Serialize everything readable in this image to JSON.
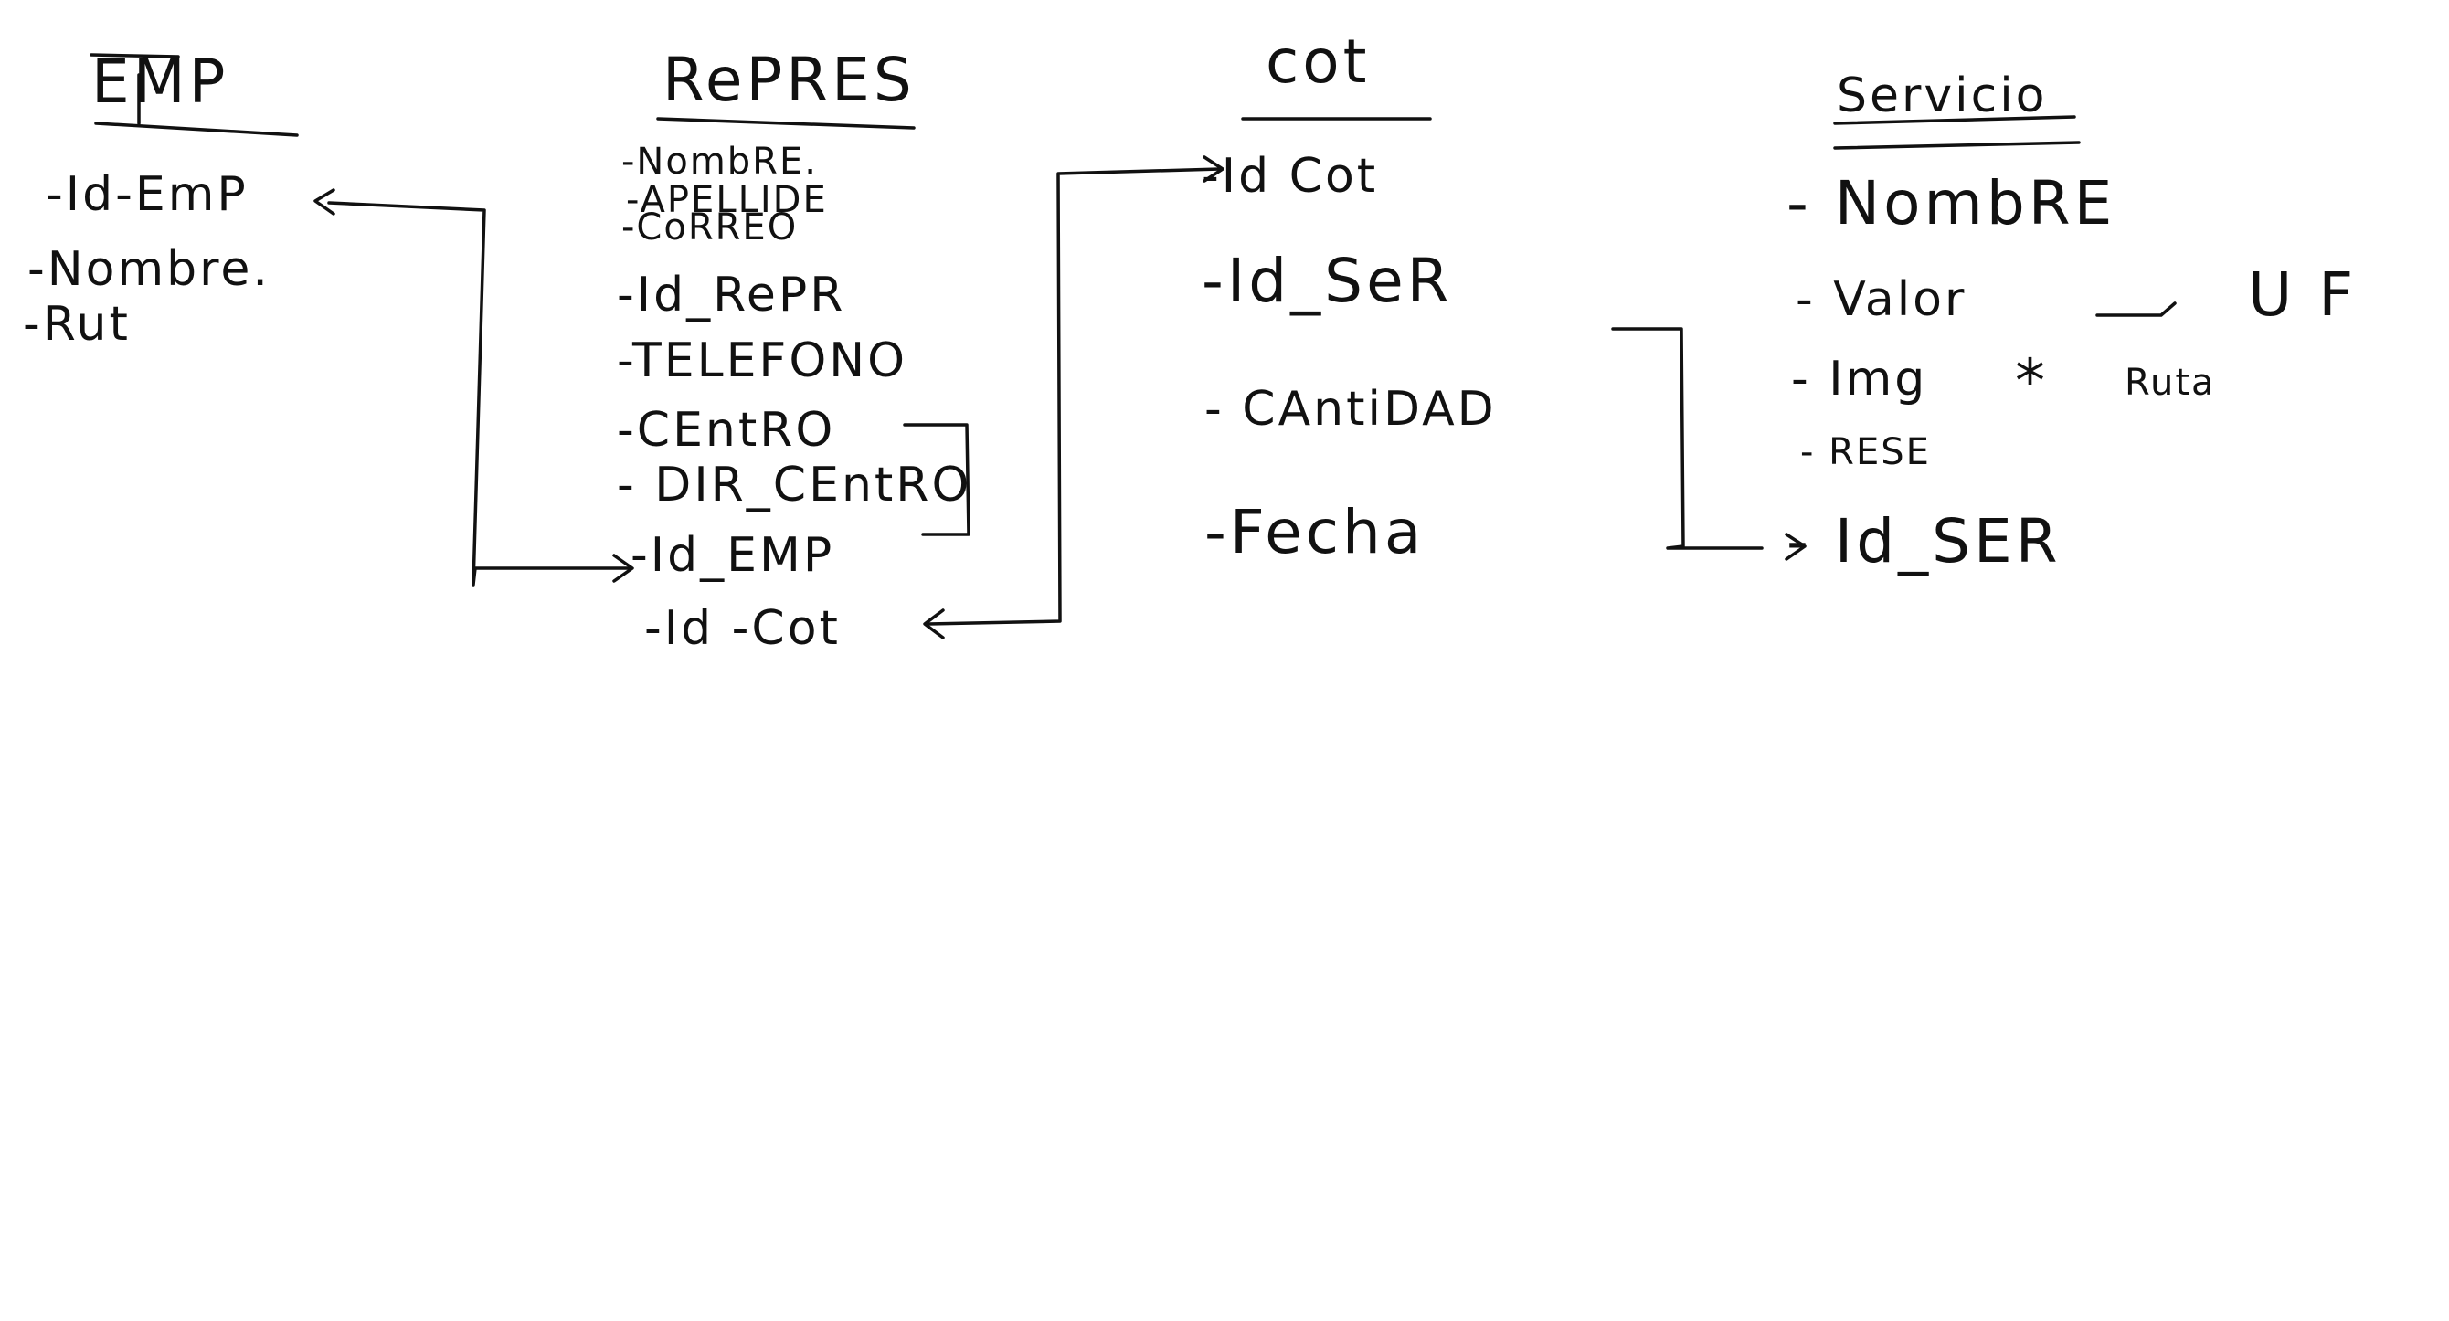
{
  "entities": [
    {
      "key": "emp",
      "title": "EMP",
      "fields": [
        "-Id-EmP",
        "-Nombre.",
        "-Rut"
      ]
    },
    {
      "key": "repres",
      "title": "RePRES",
      "fields": [
        "-NombRE.",
        "-APELLIDE",
        "-CoRREO",
        "-Id_RePR",
        "-TELEFONO",
        "-CEntRO",
        "- DIR_CEntRO",
        "-Id_EMP",
        "-Id -Cot"
      ]
    },
    {
      "key": "cot",
      "title": "cot",
      "fields": [
        "-Id Cot",
        "-Id_SeR",
        "- CAntiDAD",
        "-Fecha"
      ]
    },
    {
      "key": "servicio",
      "title": "Servicio",
      "fields": [
        "- NombRE",
        "- Valor",
        "- Img",
        "- RESE",
        "- Id_SER"
      ]
    }
  ],
  "annotations": {
    "uf": "U F",
    "ruta": "Ruta",
    "asterisk": "*"
  },
  "relations": [
    {
      "from": "emp.Id-EmP",
      "to": "repres.Id_EMP"
    },
    {
      "from": "repres.Id-Cot",
      "to": "cot.Id Cot"
    },
    {
      "from": "cot.Id_SeR",
      "to": "servicio.Id_SER"
    }
  ]
}
